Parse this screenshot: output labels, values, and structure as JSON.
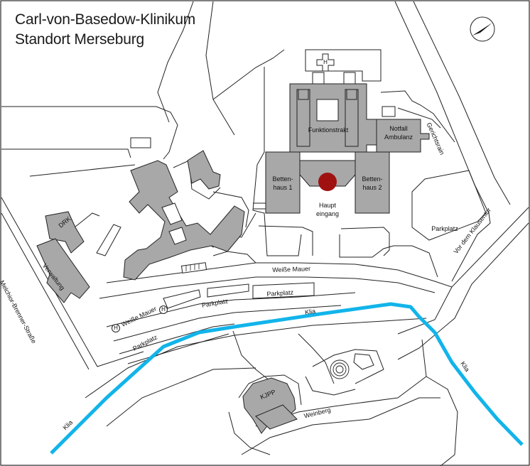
{
  "header": {
    "title_line1": "Carl-von-Basedow-Klinikum",
    "title_line2": "Standort Merseburg"
  },
  "buildings": {
    "funktionstrakt": "Funktionstrakt",
    "notfall": "Notfall",
    "ambulanz": "Ambulanz",
    "bettenhaus1_line1": "Betten-",
    "bettenhaus1_line2": "haus 1",
    "bettenhaus2_line1": "Betten-",
    "bettenhaus2_line2": "haus 2",
    "haupt_line1": "Haupt",
    "haupt_line2": "eingang",
    "drk": "DRK",
    "verwaltung": "Verwaltung",
    "kjpp": "KJPP"
  },
  "streets": {
    "gerichtsrain": "Gerichtsrain",
    "vor_dem_klausentor": "Vor dem Klausentor",
    "melchior": "Melchior-Brenner-Straße",
    "weisse_mauer_top": "Weiße Mauer",
    "weisse_mauer_low": "Weiße Mauer",
    "weinberg": "Weinberg"
  },
  "parking": {
    "p1": "Parkplatz",
    "p2": "Parkplatz",
    "p3": "Parkplatz",
    "p4": "Parkplatz"
  },
  "water": {
    "klia1": "Klia",
    "klia2": "Klia",
    "klia3": "Klia"
  },
  "symbols": {
    "bus_stop": "H",
    "helipad": "H"
  },
  "colors": {
    "building": "#a8a8a8",
    "river": "#12b4ea",
    "entrance_marker": "#a01212"
  }
}
